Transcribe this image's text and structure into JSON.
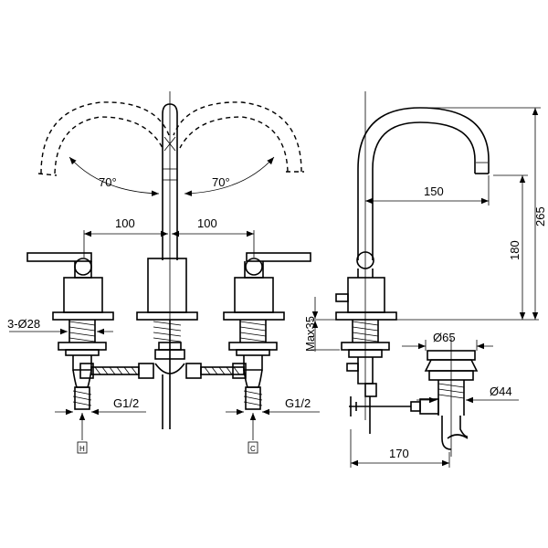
{
  "dimensions": {
    "angle_left": "70°",
    "angle_right": "70°",
    "spacing_left": "100",
    "spacing_right": "100",
    "hole_count_diameter": "3-Ø28",
    "thread_left": "G1/2",
    "thread_right": "G1/2",
    "max_deck": "Max35",
    "reach": "150",
    "spout_height": "180",
    "total_height": "265",
    "waste_top_diameter": "Ø65",
    "waste_body_diameter": "Ø44",
    "rod_length": "170"
  },
  "markers": {
    "hot": "H",
    "cold": "C"
  }
}
